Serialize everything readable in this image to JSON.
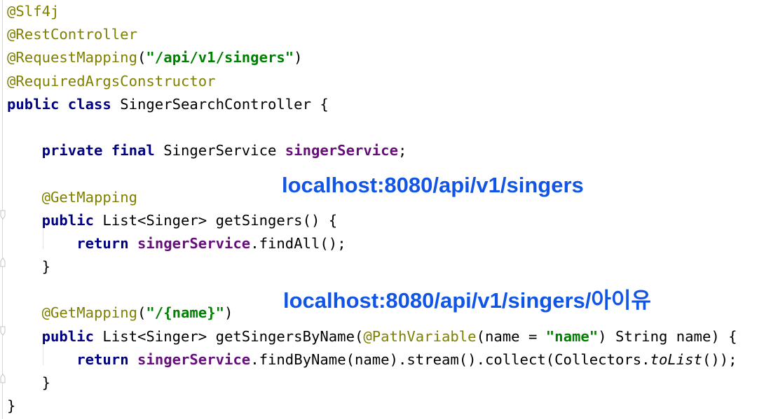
{
  "code": {
    "lines": [
      [
        {
          "t": "@Slf4j",
          "c": "ann"
        }
      ],
      [
        {
          "t": "@RestController",
          "c": "ann"
        }
      ],
      [
        {
          "t": "@RequestMapping",
          "c": "ann"
        },
        {
          "t": "(",
          "c": ""
        },
        {
          "t": "\"/api/v1/singers\"",
          "c": "str"
        },
        {
          "t": ")",
          "c": ""
        }
      ],
      [
        {
          "t": "@RequiredArgsConstructor",
          "c": "ann"
        }
      ],
      [
        {
          "t": "public class",
          "c": "kw"
        },
        {
          "t": " SingerSearchController {",
          "c": ""
        }
      ],
      [],
      [
        {
          "t": "    ",
          "c": ""
        },
        {
          "t": "private final",
          "c": "kw"
        },
        {
          "t": " SingerService ",
          "c": ""
        },
        {
          "t": "singerService",
          "c": "fld"
        },
        {
          "t": ";",
          "c": ""
        }
      ],
      [],
      [
        {
          "t": "    ",
          "c": ""
        },
        {
          "t": "@GetMapping",
          "c": "ann"
        }
      ],
      [
        {
          "t": "    ",
          "c": ""
        },
        {
          "t": "public",
          "c": "kw"
        },
        {
          "t": " List<Singer> getSingers() {",
          "c": ""
        }
      ],
      [
        {
          "t": "        ",
          "c": ""
        },
        {
          "t": "return",
          "c": "kw"
        },
        {
          "t": " ",
          "c": ""
        },
        {
          "t": "singerService",
          "c": "fld"
        },
        {
          "t": ".findAll();",
          "c": ""
        }
      ],
      [
        {
          "t": "    }",
          "c": ""
        }
      ],
      [],
      [
        {
          "t": "    ",
          "c": ""
        },
        {
          "t": "@GetMapping",
          "c": "ann"
        },
        {
          "t": "(",
          "c": ""
        },
        {
          "t": "\"/{name}\"",
          "c": "str"
        },
        {
          "t": ")",
          "c": ""
        }
      ],
      [
        {
          "t": "    ",
          "c": ""
        },
        {
          "t": "public",
          "c": "kw"
        },
        {
          "t": " List<Singer> getSingersByName(",
          "c": ""
        },
        {
          "t": "@PathVariable",
          "c": "ann"
        },
        {
          "t": "(name = ",
          "c": ""
        },
        {
          "t": "\"name\"",
          "c": "str"
        },
        {
          "t": ") String name) {",
          "c": ""
        }
      ],
      [
        {
          "t": "        ",
          "c": ""
        },
        {
          "t": "return",
          "c": "kw"
        },
        {
          "t": " ",
          "c": ""
        },
        {
          "t": "singerService",
          "c": "fld"
        },
        {
          "t": ".findByName(name).stream().collect(Collectors.",
          "c": ""
        },
        {
          "t": "toList",
          "c": "it"
        },
        {
          "t": "());",
          "c": ""
        }
      ],
      [
        {
          "t": "    }",
          "c": ""
        }
      ],
      [
        {
          "t": "}",
          "c": ""
        }
      ]
    ]
  },
  "annotations": {
    "url_all": "localhost:8080/api/v1/singers",
    "url_by_name": "localhost:8080/api/v1/singers/아이유"
  },
  "colors": {
    "keyword": "#000080",
    "annotation": "#808000",
    "string": "#008000",
    "field": "#660e7a",
    "overlay_text": "#1155e6"
  }
}
